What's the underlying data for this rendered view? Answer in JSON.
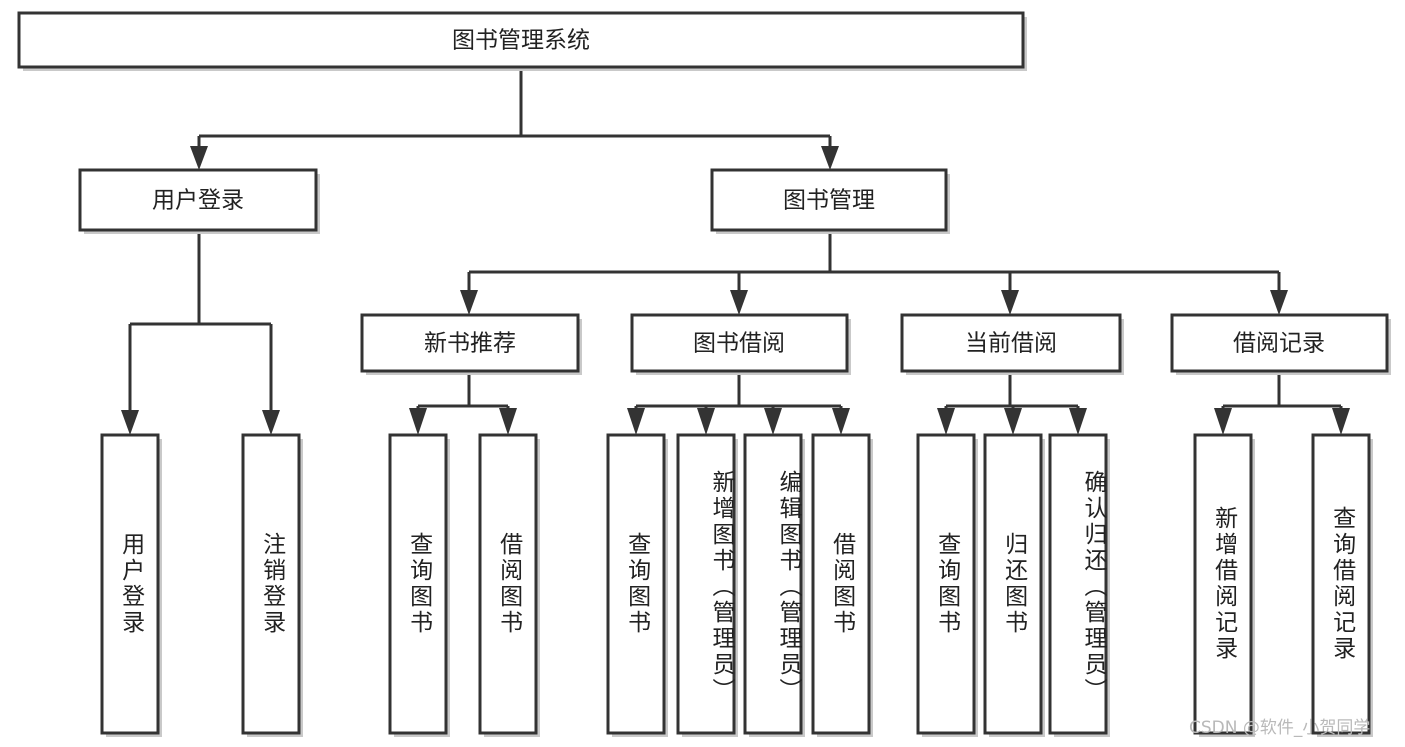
{
  "diagram": {
    "title": "图书管理系统",
    "type": "hierarchy-tree",
    "watermark": "CSDN @软件_小贺同学",
    "colors": {
      "background": "#ffffff",
      "box_fill": "#ffffff",
      "box_stroke": "#333333",
      "text": "#222222",
      "watermark": "#b9b9b9"
    },
    "levels": {
      "root": {
        "label": "图书管理系统"
      },
      "level2": [
        {
          "label": "用户登录"
        },
        {
          "label": "图书管理"
        }
      ],
      "level3": [
        {
          "label": "新书推荐"
        },
        {
          "label": "图书借阅"
        },
        {
          "label": "当前借阅"
        },
        {
          "label": "借阅记录"
        }
      ]
    },
    "groups": [
      {
        "parent": "用户登录",
        "leaves": [
          {
            "label": "用户登录"
          },
          {
            "label": "注销登录"
          }
        ]
      },
      {
        "parent": "新书推荐",
        "leaves": [
          {
            "label": "查询图书"
          },
          {
            "label": "借阅图书"
          }
        ]
      },
      {
        "parent": "图书借阅",
        "leaves": [
          {
            "label": "查询图书"
          },
          {
            "label": "新增图书（管理员）"
          },
          {
            "label": "编辑图书（管理员）"
          },
          {
            "label": "借阅图书"
          }
        ]
      },
      {
        "parent": "当前借阅",
        "leaves": [
          {
            "label": "查询图书"
          },
          {
            "label": "归还图书"
          },
          {
            "label": "确认归还（管理员）"
          }
        ]
      },
      {
        "parent": "借阅记录",
        "leaves": [
          {
            "label": "新增借阅记录"
          },
          {
            "label": "查询借阅记录"
          }
        ]
      }
    ]
  }
}
